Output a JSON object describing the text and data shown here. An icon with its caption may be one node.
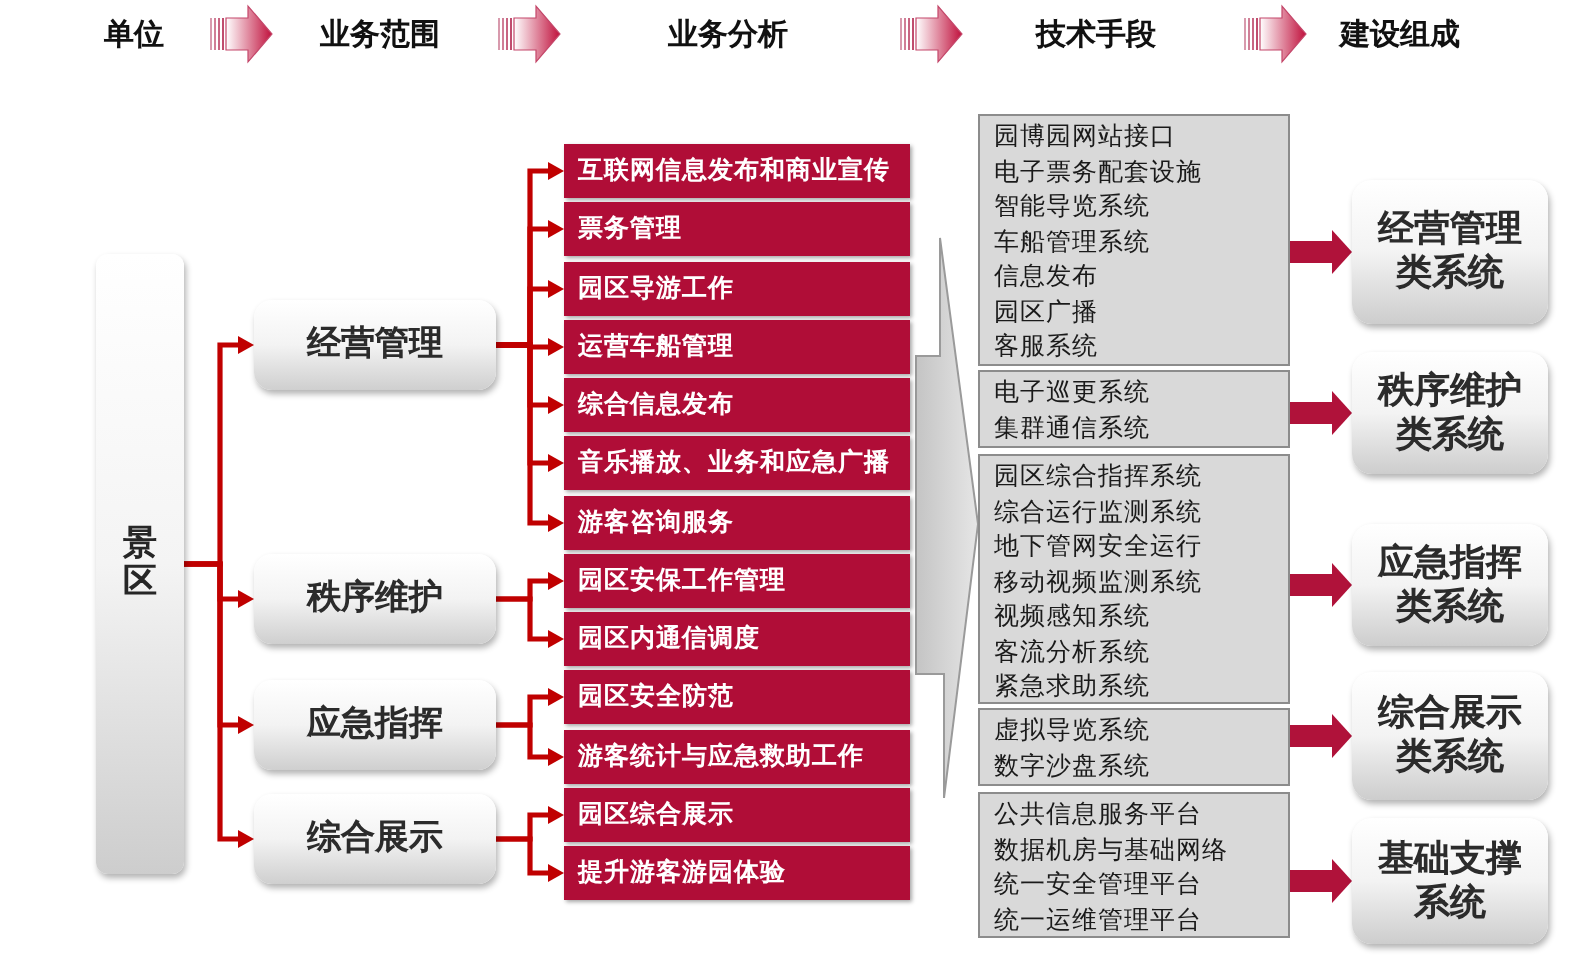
{
  "diagram": {
    "nodes": [
      {
        "text": [
          "景区"
        ]
      },
      {
        "text": [
          "经营管理"
        ]
      },
      {
        "text": [
          "秩序维护"
        ]
      },
      {
        "text": [
          "应急指挥"
        ]
      },
      {
        "text": [
          "综合展示"
        ]
      },
      {
        "text": [
          "互联网信息发布和商业宣传"
        ]
      },
      {
        "text": [
          "票务管理"
        ]
      },
      {
        "text": [
          "园区导游工作"
        ]
      },
      {
        "text": [
          "运营车船管理"
        ]
      },
      {
        "text": [
          "综合信息发布"
        ]
      },
      {
        "text": [
          "音乐播放、业务和应急广播"
        ]
      },
      {
        "text": [
          "游客咨询服务"
        ]
      },
      {
        "text": [
          "园区安保工作管理"
        ]
      },
      {
        "text": [
          "园区内通信调度"
        ]
      },
      {
        "text": [
          "园区安全防范"
        ]
      },
      {
        "text": [
          "游客统计与应急救助工作"
        ]
      },
      {
        "text": [
          "园区综合展示"
        ]
      },
      {
        "text": [
          "提升游客游园体验"
        ]
      },
      {
        "text": [
          "园博园网站接口",
          "电子票务配套设施",
          "智能导览系统",
          "车船管理系统",
          "信息发布",
          "园区广播",
          "客服系统"
        ]
      },
      {
        "text": [
          "电子巡更系统",
          "集群通信系统"
        ]
      },
      {
        "text": [
          "园区综合指挥系统",
          "综合运行监测系统",
          "地下管网安全运行",
          "移动视频监测系统",
          "视频感知系统",
          "客流分析系统",
          "紧急求助系统"
        ]
      },
      {
        "text": [
          "虚拟导览系统",
          "数字沙盘系统"
        ]
      },
      {
        "text": [
          "公共信息服务平台",
          "数据机房与基础网络",
          "统一安全管理平台",
          "统一运维管理平台"
        ]
      },
      {
        "text": [
          "经营管理类系统"
        ]
      },
      {
        "text": [
          "秩序维护类系统"
        ]
      },
      {
        "text": [
          "应急指挥类系统"
        ]
      },
      {
        "text": [
          "综合展示类系统"
        ]
      },
      {
        "text": [
          "基础支撑系统"
        ]
      }
    ],
    "edges": [
      {
        "from": 0,
        "to": 1,
        "arrow": "to"
      },
      {
        "from": 0,
        "to": 2,
        "arrow": "to"
      },
      {
        "from": 0,
        "to": 3,
        "arrow": "to"
      },
      {
        "from": 0,
        "to": 4,
        "arrow": "to"
      },
      {
        "from": 1,
        "to": 5,
        "arrow": "to"
      },
      {
        "from": 1,
        "to": 6,
        "arrow": "to"
      },
      {
        "from": 1,
        "to": 7,
        "arrow": "to"
      },
      {
        "from": 1,
        "to": 8,
        "arrow": "to"
      },
      {
        "from": 1,
        "to": 9,
        "arrow": "to"
      },
      {
        "from": 1,
        "to": 10,
        "arrow": "to"
      },
      {
        "from": 1,
        "to": 11,
        "arrow": "to"
      },
      {
        "from": 2,
        "to": 12,
        "arrow": "to"
      },
      {
        "from": 2,
        "to": 13,
        "arrow": "to"
      },
      {
        "from": 3,
        "to": 14,
        "arrow": "to"
      },
      {
        "from": 3,
        "to": 15,
        "arrow": "to"
      },
      {
        "from": 4,
        "to": 16,
        "arrow": "to"
      },
      {
        "from": 4,
        "to": 17,
        "arrow": "to"
      },
      {
        "from": 18,
        "to": 23,
        "arrow": "to",
        "style": "thick",
        "color": "#b0123a"
      },
      {
        "from": 19,
        "to": 24,
        "arrow": "to",
        "style": "thick",
        "color": "#b0123a"
      },
      {
        "from": 20,
        "to": 25,
        "arrow": "to",
        "style": "thick",
        "color": "#b0123a"
      },
      {
        "from": 21,
        "to": 26,
        "arrow": "to",
        "style": "thick",
        "color": "#b0123a"
      },
      {
        "from": 22,
        "to": 27,
        "arrow": "to",
        "style": "thick",
        "color": "#b0123a"
      },
      {
        "from": null,
        "to": 20,
        "arrow": "to",
        "style": "thick",
        "color": "#c4c4c4"
      }
    ],
    "labels": [
      "单位",
      "业务范围",
      "业务分析",
      "技术手段",
      "建设组成"
    ]
  }
}
